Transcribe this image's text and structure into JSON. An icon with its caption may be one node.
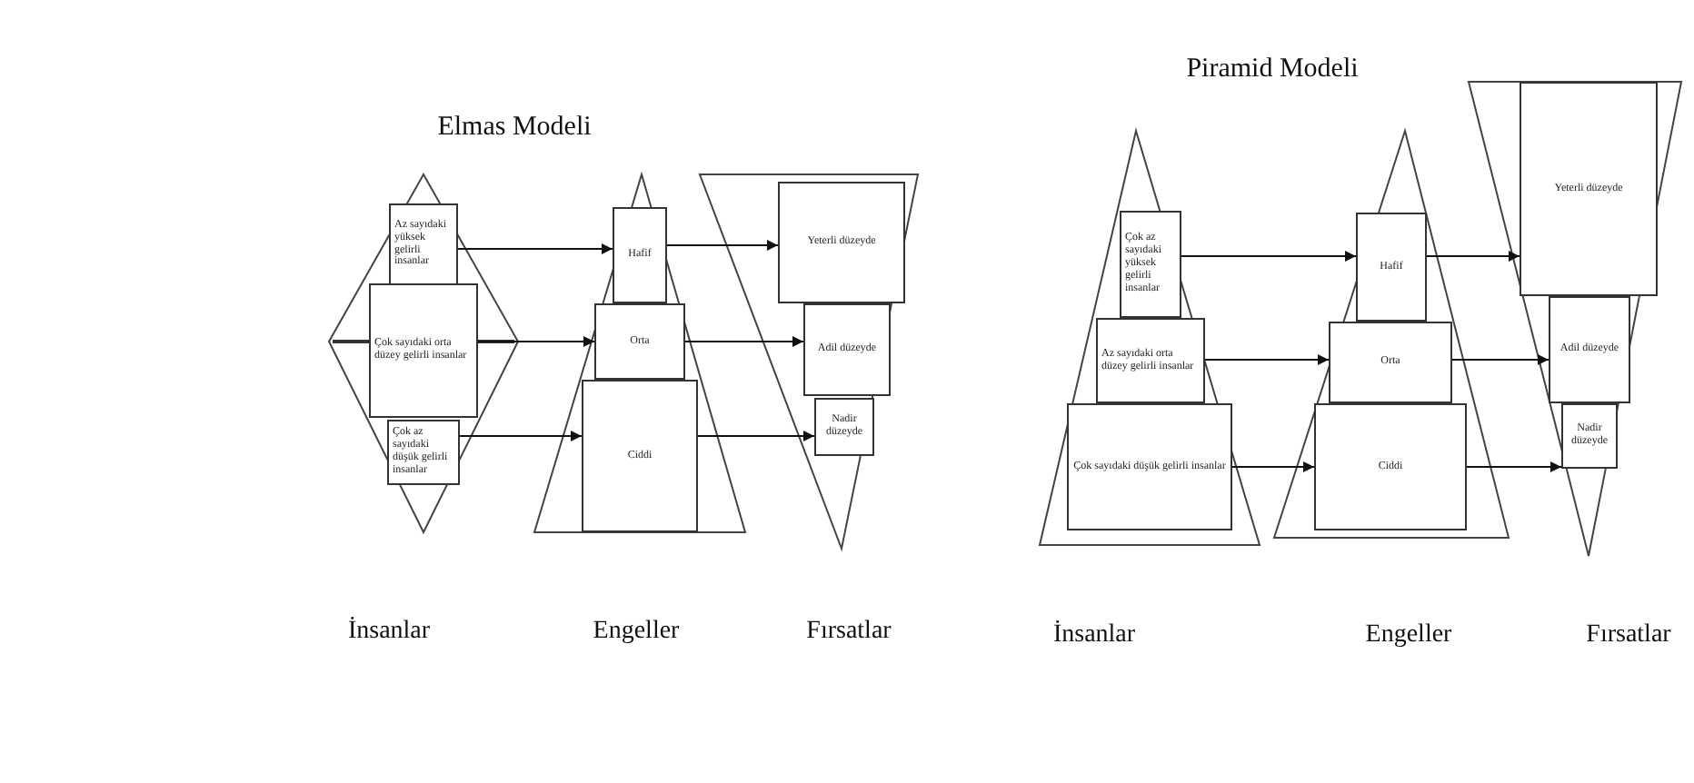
{
  "diagram": {
    "nodes": [
      {
        "text": [
          "Az sayıdaki yüksek gelirli insanlar"
        ]
      },
      {
        "text": [
          "Çok sayıdaki orta düzey gelirli insanlar"
        ]
      },
      {
        "text": [
          "Çok az sayıdaki düşük gelirli insanlar"
        ]
      },
      {
        "text": [
          "Hafif"
        ]
      },
      {
        "text": [
          "Orta"
        ]
      },
      {
        "text": [
          "Ciddi"
        ]
      },
      {
        "text": [
          "Yeterli düzeyde"
        ]
      },
      {
        "text": [
          "Adil düzeyde"
        ]
      },
      {
        "text": [
          "Nadir düzeyde"
        ]
      },
      {
        "text": [
          "Çok az sayıdaki yüksek gelirli insanlar"
        ]
      },
      {
        "text": [
          "Az sayıdaki orta düzey gelirli insanlar"
        ]
      },
      {
        "text": [
          "Çok sayıdaki düşük gelirli insanlar"
        ]
      },
      {
        "text": [
          "Hafif"
        ]
      },
      {
        "text": [
          "Orta"
        ]
      },
      {
        "text": [
          "Ciddi"
        ]
      },
      {
        "text": [
          "Yeterli düzeyde"
        ]
      },
      {
        "text": [
          "Adil düzeyde"
        ]
      },
      {
        "text": [
          "Nadir düzeyde"
        ]
      }
    ],
    "edges": [
      {
        "from": 0,
        "to": 3,
        "arrow": "to"
      },
      {
        "from": 1,
        "to": 4,
        "arrow": "to"
      },
      {
        "from": 2,
        "to": 5,
        "arrow": "to"
      },
      {
        "from": 3,
        "to": 6,
        "arrow": "to"
      },
      {
        "from": 4,
        "to": 7,
        "arrow": "to"
      },
      {
        "from": 5,
        "to": 8,
        "arrow": "to"
      },
      {
        "from": 9,
        "to": 12,
        "arrow": "to"
      },
      {
        "from": 10,
        "to": 13,
        "arrow": "to"
      },
      {
        "from": 11,
        "to": 14,
        "arrow": "to"
      },
      {
        "from": 12,
        "to": 15,
        "arrow": "to"
      },
      {
        "from": 13,
        "to": 16,
        "arrow": "to"
      },
      {
        "from": 14,
        "to": 17,
        "arrow": "to"
      }
    ],
    "labels": [
      "Elmas Modeli",
      "Piramid Modeli",
      "İnsanlar",
      "Engeller",
      "Fırsatlar",
      "İnsanlar",
      "Engeller",
      "Fırsatlar"
    ]
  }
}
